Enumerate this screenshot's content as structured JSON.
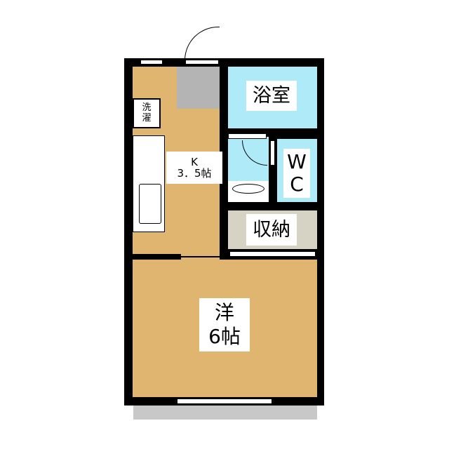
{
  "rooms": {
    "kitchen": {
      "label": "K",
      "size": "3．5帖"
    },
    "bath": {
      "label": "浴室"
    },
    "wc": {
      "line1": "W",
      "line2": "C"
    },
    "storage": {
      "label": "収納"
    },
    "western": {
      "label": "洋",
      "size": "6帖"
    },
    "laundry": {
      "line1": "洗",
      "line2": "濯"
    }
  },
  "colors": {
    "floor": "#dfb56f",
    "wet": "#aeeaf8",
    "entrance": "#b4b4b4",
    "storage": "#d6d2c4",
    "balcony": "#c8c8c8"
  }
}
